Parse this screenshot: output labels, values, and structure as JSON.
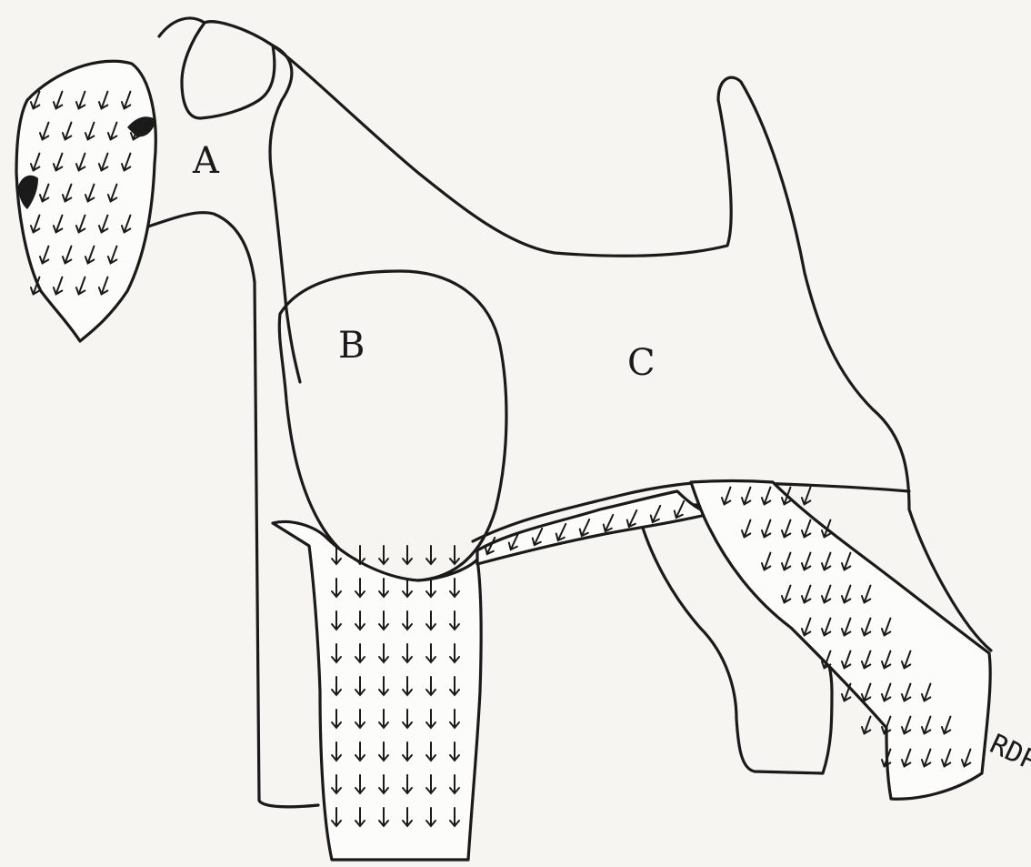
{
  "diagram": {
    "regions": [
      {
        "id": "A",
        "label": "A"
      },
      {
        "id": "B",
        "label": "B"
      },
      {
        "id": "C",
        "label": "C"
      }
    ],
    "signature": "RDP",
    "colors": {
      "line": "#1a1a1a",
      "paper": "#f7f5f2",
      "eye": "#1a1a1a"
    },
    "icons": {
      "hair_direction": "down-arrow-icon"
    }
  }
}
